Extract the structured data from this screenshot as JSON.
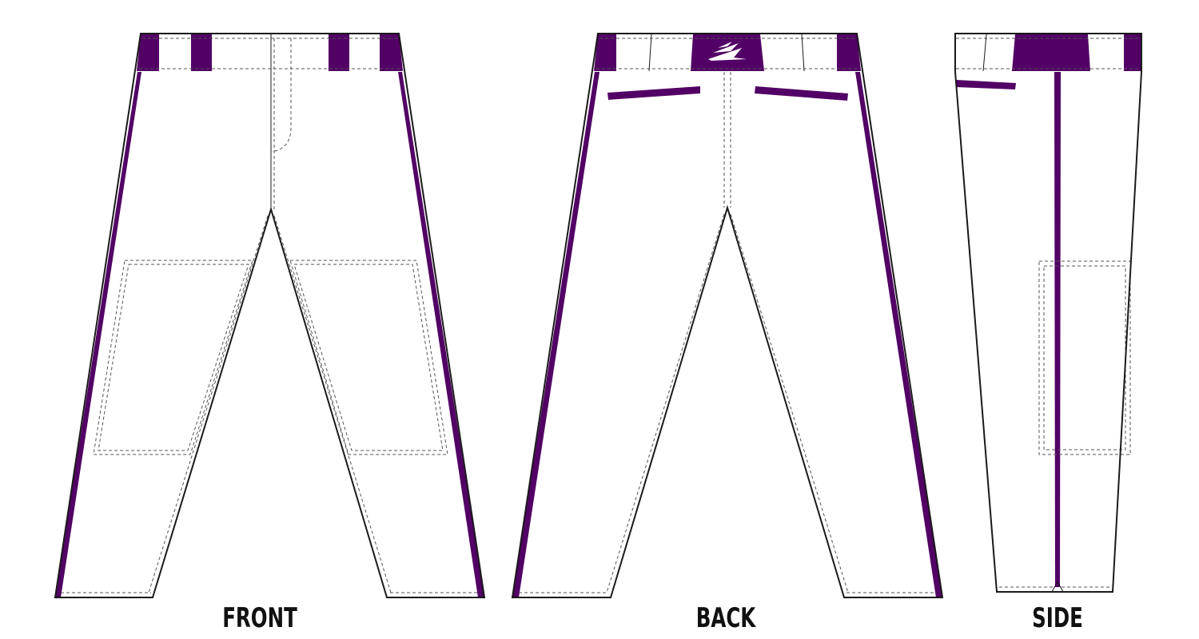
{
  "views": {
    "front": {
      "label": "FRONT"
    },
    "back": {
      "label": "BACK"
    },
    "side": {
      "label": "SIDE"
    }
  },
  "colors": {
    "accent": "#520065",
    "outline": "#1a1a1a",
    "fabric": "#ffffff",
    "stitch": "#555555",
    "label": "#111111"
  },
  "icons": {
    "back_waistband_logo": "trident-logo-icon"
  }
}
